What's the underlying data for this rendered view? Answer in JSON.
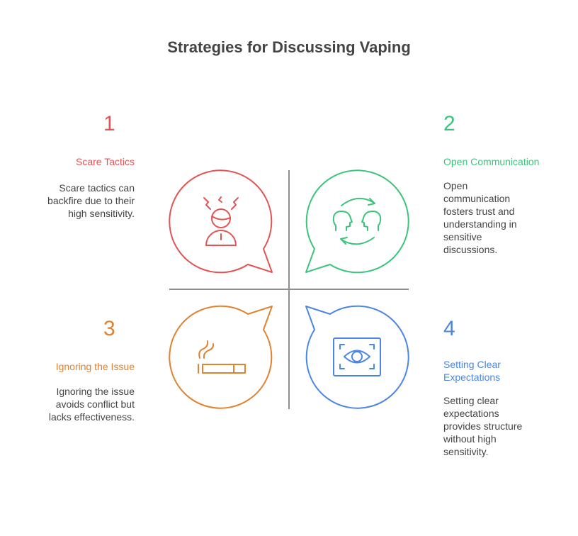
{
  "title": "Strategies for Discussing Vaping",
  "colors": {
    "red": "#E25353",
    "green": "#3CC47C",
    "orange": "#E0822E",
    "blue": "#4B86E3",
    "divider": "#8E8E8E"
  },
  "items": [
    {
      "number": "1",
      "heading": "Scare Tactics",
      "description": "Scare tactics can backfire due to their high sensitivity.",
      "icon": "stressed-person-icon"
    },
    {
      "number": "2",
      "heading": "Open Communication",
      "description": "Open communication fosters trust and understanding in sensitive discussions.",
      "icon": "conversation-exchange-icon"
    },
    {
      "number": "3",
      "heading": "Ignoring the Issue",
      "description": "Ignoring the issue avoids conflict but lacks effectiveness.",
      "icon": "cigarette-icon"
    },
    {
      "number": "4",
      "heading": "Setting Clear Expectations",
      "description": "Setting clear expectations provides structure without high sensitivity.",
      "icon": "eye-focus-icon"
    }
  ]
}
